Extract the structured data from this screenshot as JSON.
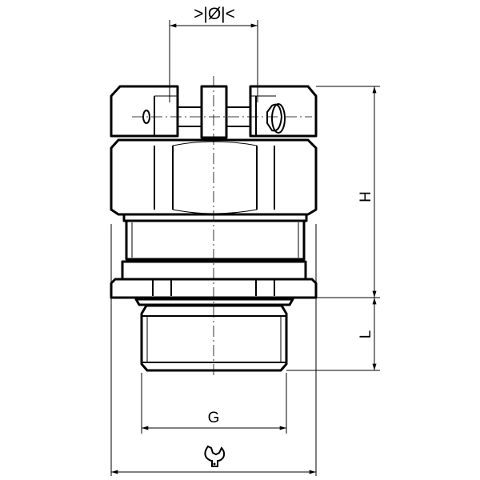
{
  "dimensions": {
    "diameter_label": ">|Ø|<",
    "height_label": "H",
    "thread_length_label": "L",
    "thread_label": "G",
    "wrench_size_icon": "wrench-icon"
  }
}
